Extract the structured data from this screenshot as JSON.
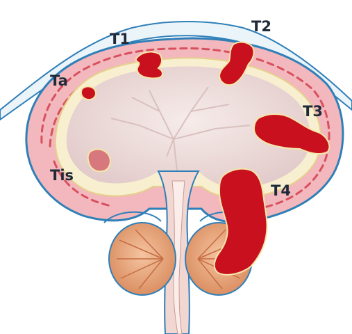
{
  "labels": {
    "ta": "Ta",
    "t1": "T1",
    "t2": "T2",
    "t3": "T3",
    "t4": "T4",
    "tis": "Tis"
  },
  "colors": {
    "background": "#ffffff",
    "peritoneum_outline": "#2f7fb8",
    "peritoneum_fill": "#eaf4f9",
    "muscle_wall": "#f2b8bd",
    "muscle_fiber": "#d8505e",
    "mucosa_lining": "#f7efcf",
    "lumen": "#eee0df",
    "tumor": "#c8101e",
    "tumor_edge": "#f5e6a8",
    "prostate": "#e8a57a",
    "urethra": "#f1d6d2",
    "label_text": "#1f2a38"
  }
}
